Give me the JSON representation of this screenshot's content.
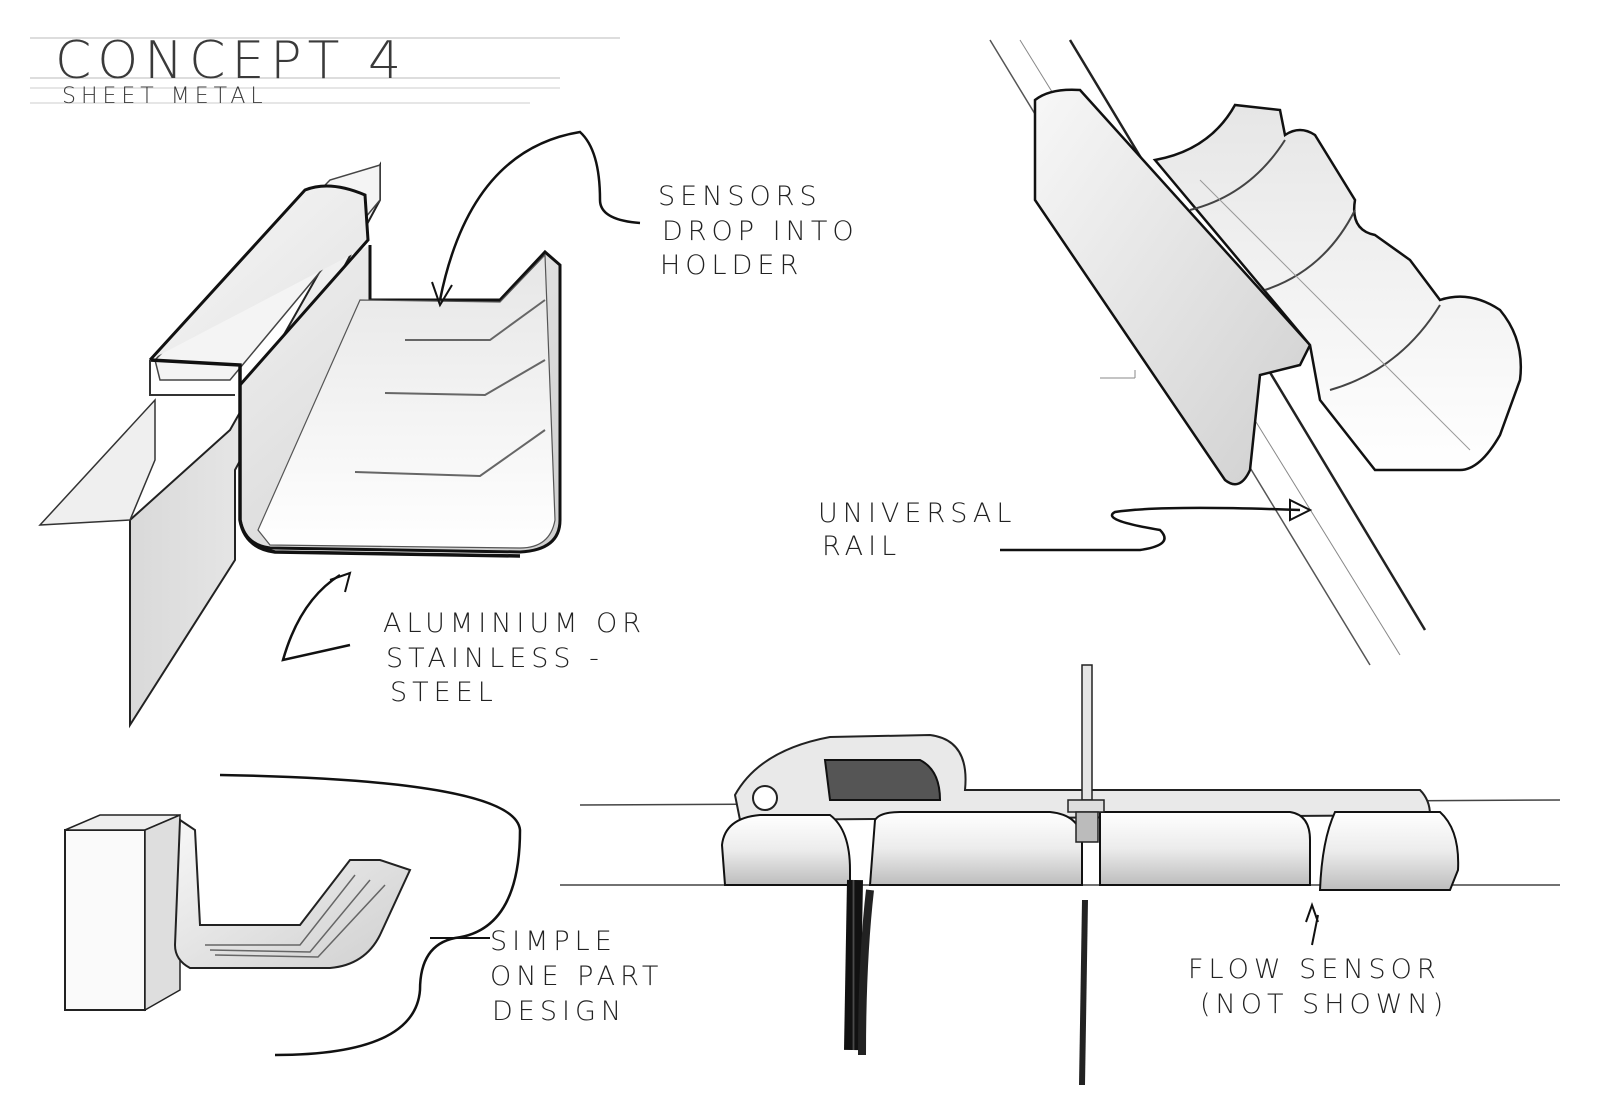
{
  "title": {
    "main": "CONCEPT 4",
    "sub": "SHEET METAL"
  },
  "annotations": {
    "sensors": [
      "SENSORS",
      "DROP INTO",
      "HOLDER"
    ],
    "material": [
      "ALUMINIUM OR",
      "STAINLESS -",
      "STEEL"
    ],
    "rail": [
      "UNIVERSAL",
      "RAIL"
    ],
    "simple": [
      "SIMPLE",
      "ONE PART",
      "DESIGN"
    ],
    "flow": [
      "FLOW SENSOR",
      "(NOT SHOWN)"
    ]
  },
  "colors": {
    "ink": "#1a1a1a",
    "shade": "#d8d8d8",
    "light": "#f2f2f2",
    "dark": "#4a4a4a"
  }
}
